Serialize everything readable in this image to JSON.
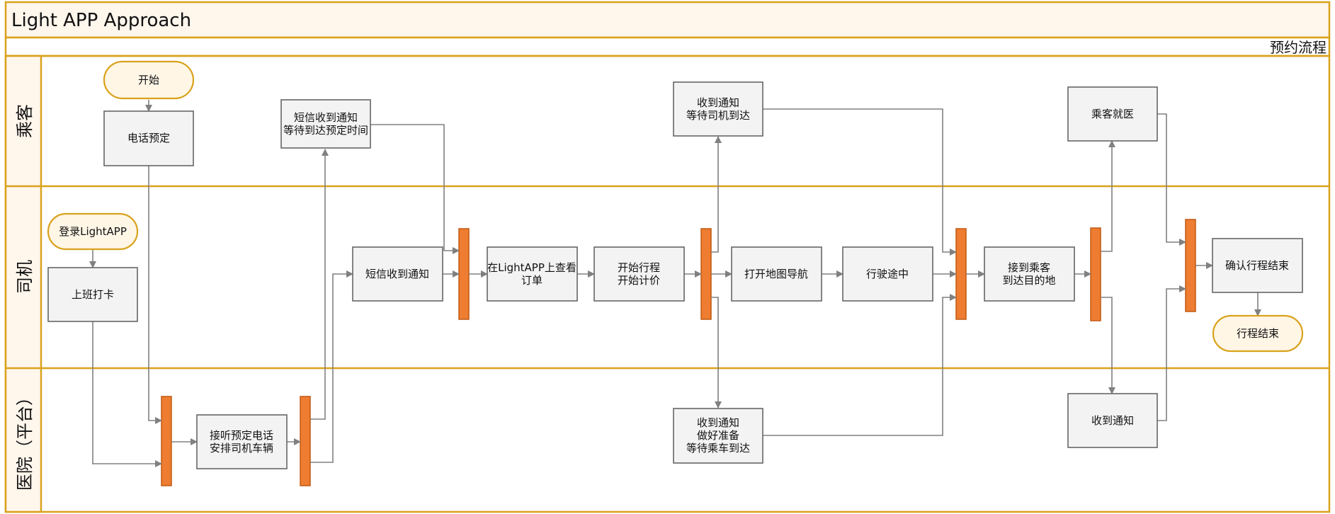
{
  "title": "Light APP Approach",
  "subtitle": "预约流程",
  "lanes": [
    {
      "id": "passenger",
      "label": "乘客"
    },
    {
      "id": "driver",
      "label": "司机"
    },
    {
      "id": "platform",
      "label": "医院（平台）"
    }
  ],
  "nodes": [
    {
      "id": "start",
      "type": "terminal",
      "lines": [
        "开始"
      ]
    },
    {
      "id": "phone_booking",
      "type": "process",
      "lines": [
        "电话预定"
      ]
    },
    {
      "id": "sms_wait",
      "type": "process",
      "lines": [
        "短信收到通知",
        "等待到达预定时间"
      ]
    },
    {
      "id": "notify_wait_driver",
      "type": "process",
      "lines": [
        "收到通知",
        "等待司机到达"
      ]
    },
    {
      "id": "passenger_seek_care",
      "type": "process",
      "lines": [
        "乘客就医"
      ]
    },
    {
      "id": "login_app",
      "type": "terminal",
      "lines": [
        "登录LightAPP"
      ]
    },
    {
      "id": "clock_in",
      "type": "process",
      "lines": [
        "上班打卡"
      ]
    },
    {
      "id": "driver_sms",
      "type": "process",
      "lines": [
        "短信收到通知"
      ]
    },
    {
      "id": "view_order",
      "type": "process",
      "lines": [
        "在LightAPP上查看",
        "订单"
      ]
    },
    {
      "id": "start_trip",
      "type": "process",
      "lines": [
        "开始行程",
        "开始计价"
      ]
    },
    {
      "id": "open_nav",
      "type": "process",
      "lines": [
        "打开地图导航"
      ]
    },
    {
      "id": "driving",
      "type": "process",
      "lines": [
        "行驶途中"
      ]
    },
    {
      "id": "pickup",
      "type": "process",
      "lines": [
        "接到乘客",
        "到达目的地"
      ]
    },
    {
      "id": "confirm_end",
      "type": "process",
      "lines": [
        "确认行程结束"
      ]
    },
    {
      "id": "trip_end",
      "type": "terminal",
      "lines": [
        "行程结束"
      ]
    },
    {
      "id": "answer_call",
      "type": "process",
      "lines": [
        "接听预定电话",
        "安排司机车辆"
      ]
    },
    {
      "id": "platform_prepare",
      "type": "process",
      "lines": [
        "收到通知",
        "做好准备",
        "等待乘车到达"
      ]
    },
    {
      "id": "platform_notify",
      "type": "process",
      "lines": [
        "收到通知"
      ]
    }
  ]
}
